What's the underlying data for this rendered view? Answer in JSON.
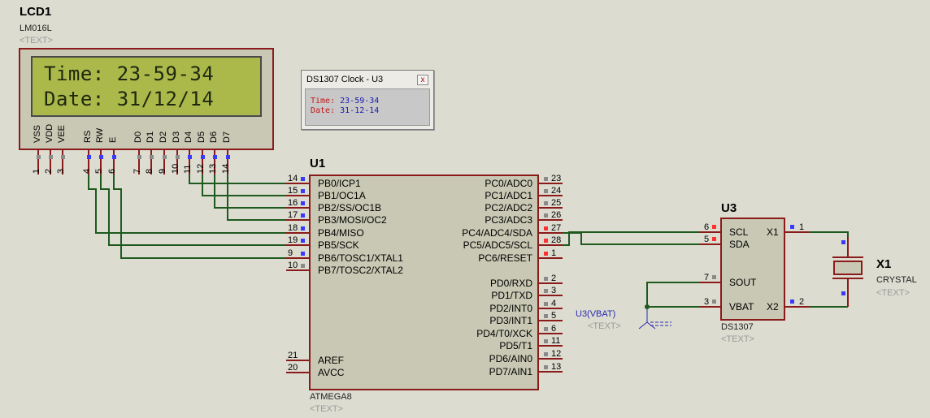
{
  "lcd": {
    "ref": "LCD1",
    "model": "LM016L",
    "text_tag": "<TEXT>",
    "line1": "Time: 23-59-34",
    "line2": "Date: 31/12/14",
    "pin_names": [
      "VSS",
      "VDD",
      "VEE",
      "RS",
      "RW",
      "E",
      "D0",
      "D1",
      "D2",
      "D3",
      "D4",
      "D5",
      "D6",
      "D7"
    ],
    "pin_numbers": [
      "1",
      "2",
      "3",
      "4",
      "5",
      "6",
      "7",
      "8",
      "9",
      "10",
      "11",
      "12",
      "13",
      "14"
    ]
  },
  "popup": {
    "title": "DS1307 Clock - U3",
    "close": "x",
    "time_label": "Time:",
    "time_value": "23-59-34",
    "date_label": "Date:",
    "date_value": "31-12-14"
  },
  "mcu": {
    "ref": "U1",
    "model": "ATMEGA8",
    "text_tag": "<TEXT>",
    "left_pins": [
      {
        "num": "14",
        "name": "PB0/ICP1"
      },
      {
        "num": "15",
        "name": "PB1/OC1A"
      },
      {
        "num": "16",
        "name": "PB2/SS/OC1B"
      },
      {
        "num": "17",
        "name": "PB3/MOSI/OC2"
      },
      {
        "num": "18",
        "name": "PB4/MISO"
      },
      {
        "num": "19",
        "name": "PB5/SCK"
      },
      {
        "num": "9",
        "name": "PB6/TOSC1/XTAL1"
      },
      {
        "num": "10",
        "name": "PB7/TOSC2/XTAL2"
      },
      {
        "num": "21",
        "name": "AREF"
      },
      {
        "num": "20",
        "name": "AVCC"
      }
    ],
    "right_pins": [
      {
        "num": "23",
        "name": "PC0/ADC0"
      },
      {
        "num": "24",
        "name": "PC1/ADC1"
      },
      {
        "num": "25",
        "name": "PC2/ADC2"
      },
      {
        "num": "26",
        "name": "PC3/ADC3"
      },
      {
        "num": "27",
        "name": "PC4/ADC4/SDA"
      },
      {
        "num": "28",
        "name": "PC5/ADC5/SCL"
      },
      {
        "num": "1",
        "name": "PC6/RESET"
      },
      {
        "num": "2",
        "name": "PD0/RXD"
      },
      {
        "num": "3",
        "name": "PD1/TXD"
      },
      {
        "num": "4",
        "name": "PD2/INT0"
      },
      {
        "num": "5",
        "name": "PD3/INT1"
      },
      {
        "num": "6",
        "name": "PD4/T0/XCK"
      },
      {
        "num": "11",
        "name": "PD5/T1"
      },
      {
        "num": "12",
        "name": "PD6/AIN0"
      },
      {
        "num": "13",
        "name": "PD7/AIN1"
      }
    ]
  },
  "rtc": {
    "ref": "U3",
    "model": "DS1307",
    "text_tag": "<TEXT>",
    "left_pins": [
      {
        "num": "6",
        "name": "SCL"
      },
      {
        "num": "5",
        "name": "SDA"
      },
      {
        "num": "7",
        "name": "SOUT"
      },
      {
        "num": "3",
        "name": "VBAT"
      }
    ],
    "right_pins": [
      {
        "num": "1",
        "name": "X1"
      },
      {
        "num": "2",
        "name": "X2"
      }
    ],
    "vbat_net": "U3(VBAT)",
    "vbat_text_tag": "<TEXT>"
  },
  "crystal": {
    "ref": "X1",
    "model": "CRYSTAL",
    "text_tag": "<TEXT>"
  },
  "colors": {
    "background": "#dcdcd0",
    "component_border": "#8b1a1a",
    "component_fill": "#c8c8b4",
    "wire": "#1e5a1e",
    "pin_active": "#3a3aff",
    "pin_idle": "#8a8a8a",
    "pin_high": "#ff3030",
    "lcd_screen": "#aab94a",
    "net_label": "#2a2ab0"
  }
}
